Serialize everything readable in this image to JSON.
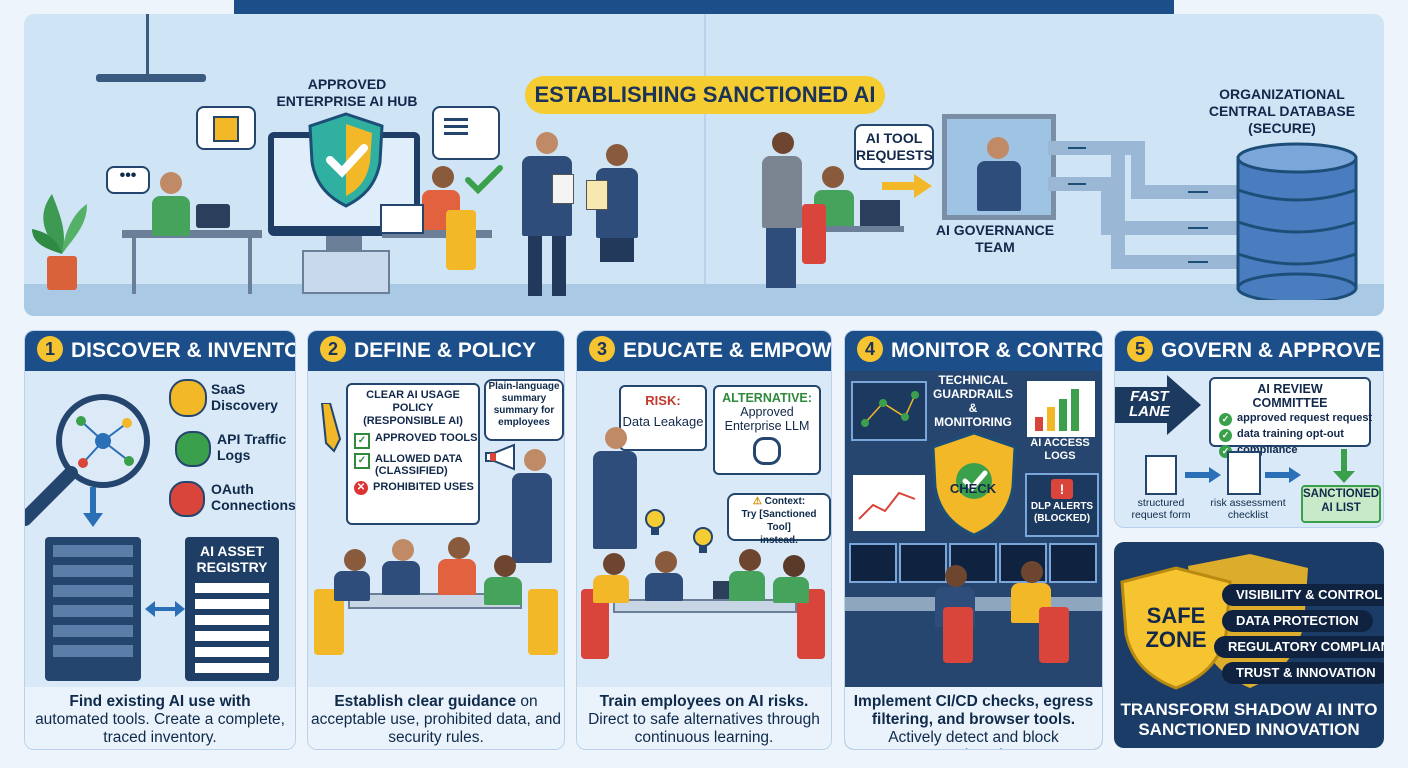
{
  "title": "SOLVING SHADOW AI: A SAFE FRAMEWORK FOR AI USE",
  "top": {
    "subtitle": "ESTABLISHING SANCTIONED AI",
    "hub_label": "APPROVED\nENTERPRISE AI HUB",
    "requests_label": "AI TOOL\nREQUESTS",
    "governance_label": "AI GOVERNANCE\nTEAM",
    "database_label": "ORGANIZATIONAL\nCENTRAL DATABASE\n(SECURE)"
  },
  "panels": [
    {
      "num": "1",
      "title": "DISCOVER & INVENTORY",
      "items": [
        "SaaS\nDiscovery",
        "API Traffic\nLogs",
        "OAuth\nConnections"
      ],
      "registry": "AI ASSET\nREGISTRY",
      "foot_bold": "Find existing AI use with",
      "foot_rest": "automated tools. Create a complete, traced inventory."
    },
    {
      "num": "2",
      "title": "DEFINE & POLICY",
      "policy_title": "CLEAR AI USAGE POLICY\n(RESPONSIBLE AI)",
      "policy_items": [
        "APPROVED TOOLS",
        "ALLOWED DATA\n(CLASSIFIED)",
        "PROHIBITED USES"
      ],
      "summary": "Plain-language\nsummary\nsummary for\nemployees",
      "foot_bold": "Establish clear guidance",
      "foot_rest": "on acceptable use, prohibited data, and security rules."
    },
    {
      "num": "3",
      "title": "EDUCATE & EMPOWER",
      "risk_label": "RISK:",
      "risk_value": "Data Leakage",
      "alt_label": "ALTERNATIVE:",
      "alt_value": "Approved\nEnterprise LLM",
      "context": "Context:\nTry [Sanctioned Tool]\ninstead.",
      "foot_bold": "Train employees on AI risks.",
      "foot_rest": "Direct to safe alternatives through continuous learning."
    },
    {
      "num": "4",
      "title": "MONITOR & CONTROL",
      "guardrails": "TECHNICAL\nGUARDRAILS\n& MONITORING",
      "check": "CHECK",
      "access_logs": "AI ACCESS\nLOGS",
      "dlp": "DLP ALERTS\n(BLOCKED)",
      "foot_bold": "Implement CI/CD checks, egress filtering, and browser tools.",
      "foot_rest": "Actively detect and block unsanctioned use."
    },
    {
      "num": "5",
      "title": "GOVERN & APPROVE",
      "fast_lane": "FAST\nLANE",
      "committee": "AI REVIEW COMMITTEE",
      "committee_items": [
        "approved request request",
        "data training opt-out",
        "compliance"
      ],
      "form": "structured\nrequest form",
      "checklist": "risk assessment\nchecklist",
      "sanctioned": "SANCTIONED\nAI LIST"
    }
  ],
  "safe_zone": {
    "shield": "SAFE\nZONE",
    "benefits": [
      "VISIBILITY & CONTROL",
      "DATA PROTECTION",
      "REGULATORY COMPLIANCE",
      "TRUST & INNOVATION"
    ],
    "tagline": "TRANSFORM SHADOW AI INTO\nSANCTIONED INNOVATION"
  },
  "colors": {
    "navy": "#1c4f8a",
    "accent_yellow": "#f6cc33",
    "shield_gold": "#f2b827",
    "check_green": "#3aa04b",
    "alert_red": "#d33333"
  }
}
